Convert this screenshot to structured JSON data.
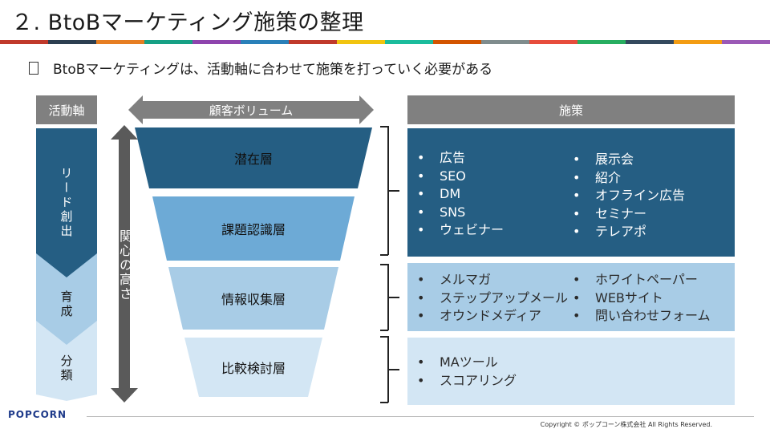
{
  "title": "２. BtoBマーケティング施策の整理",
  "subtitle": "BtoBマーケティングは、活動軸に合わせて施策を打っていく必要がある",
  "headers": {
    "activity_axis": "活動軸",
    "customer_volume": "顧客ボリューム",
    "measures": "施策"
  },
  "interest_axis_label": "関心の高さ",
  "stages": [
    {
      "label": "リード創出"
    },
    {
      "label": "育成"
    },
    {
      "label": "分類"
    }
  ],
  "funnel_layers": [
    {
      "label": "潜在層"
    },
    {
      "label": "課題認識層"
    },
    {
      "label": "情報収集層"
    },
    {
      "label": "比較検討層"
    }
  ],
  "panels": {
    "lead": {
      "left": [
        "広告",
        "SEO",
        "DM",
        "SNS",
        "ウェビナー"
      ],
      "right": [
        "展示会",
        "紹介",
        "オフライン広告",
        "セミナー",
        "テレアポ"
      ]
    },
    "nurture": {
      "left": [
        "メルマガ",
        "ステップアップメール",
        "オウンドメディア"
      ],
      "right": [
        "ホワイトペーパー",
        "WEBサイト",
        "問い合わせフォーム"
      ]
    },
    "classify": {
      "left": [
        "MAツール",
        "スコアリング"
      ]
    }
  },
  "footer": {
    "logo_text": "POPCORN",
    "copyright": "Copyright © ポップコーン株式会社 All Rights Reserved."
  },
  "colors": {
    "dark_blue": "#255E83",
    "mid_blue": "#6DAAD6",
    "light_blue": "#A8CCE6",
    "pale_blue": "#D3E6F4",
    "gray": "#808080",
    "dark_gray": "#5A5A5A"
  }
}
